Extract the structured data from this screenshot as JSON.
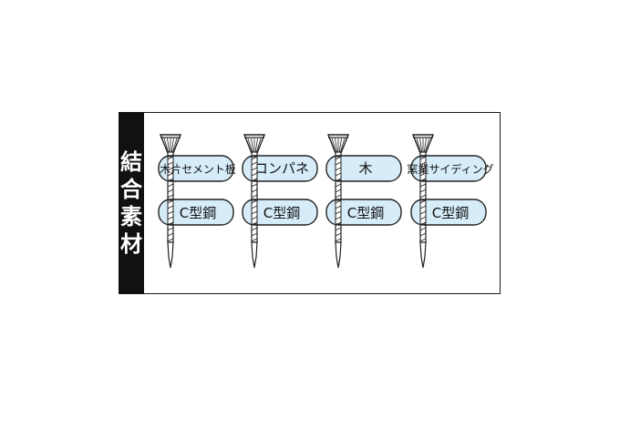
{
  "side_label": [
    "結",
    "合",
    "素",
    "材"
  ],
  "columns": [
    {
      "upper": "木片セメント板",
      "lower": "C型鋼"
    },
    {
      "upper": "コンパネ",
      "lower": "C型鋼"
    },
    {
      "upper": "木",
      "lower": "C型鋼"
    },
    {
      "upper": "窯業サイディング",
      "lower": "C型鋼"
    }
  ],
  "colors": {
    "pill_fill": "#d6ecf9",
    "pill_stroke": "#222222",
    "side_bg": "#111111",
    "side_text": "#ffffff",
    "screw_fill": "#ffffff",
    "screw_stroke": "#222222"
  }
}
